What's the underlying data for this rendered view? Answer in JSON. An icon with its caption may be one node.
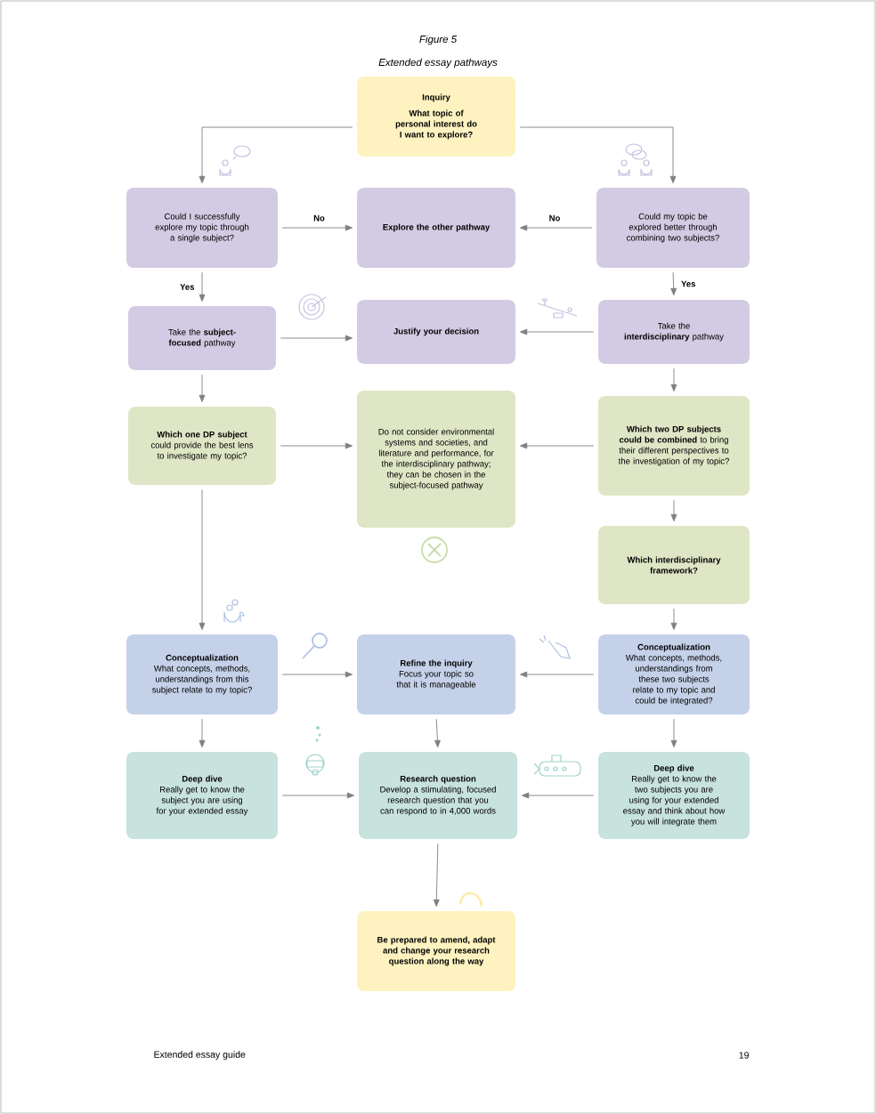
{
  "diagram": {
    "title": "Figure 5",
    "caption": "Extended essay pathways",
    "nodes": [
      {
        "text": [
          "Inquiry",
          "What topic of personal interest do I want to explore?"
        ]
      },
      {
        "text": [
          "Could I successfully explore my topic through a single subject?"
        ]
      },
      {
        "text": [
          "Explore the other pathway"
        ]
      },
      {
        "text": [
          "Could my topic be explored better through combining two subjects?"
        ]
      },
      {
        "text": [
          "Take the **subject-focused** pathway"
        ]
      },
      {
        "text": [
          "Justify your decision"
        ]
      },
      {
        "text": [
          "Take the **interdisciplinary** pathway"
        ]
      },
      {
        "text": [
          "**Which one DP subject** could provide the best lens to investigate my topic?"
        ]
      },
      {
        "text": [
          "Do not consider environmental systems and societies, and literature and performance, for the interdisciplinary pathway; they can be chosen in the subject-focused pathway"
        ]
      },
      {
        "text": [
          "**Which two DP subjects could be combined** to bring their different perspectives to the investigation of my topic?"
        ]
      },
      {
        "text": [
          "Which interdisciplinary framework?"
        ]
      },
      {
        "text": [
          "Conceptualization",
          "What concepts, methods, understandings from this subject relate to my topic?"
        ]
      },
      {
        "text": [
          "Refine the inquiry",
          "Focus your topic so that it is manageable"
        ]
      },
      {
        "text": [
          "Conceptualization",
          "What concepts, methods, understandings from these two subjects relate to my topic and could be integrated?"
        ]
      },
      {
        "text": [
          "Deep dive",
          "Really get to know the subject you are using for your extended essay"
        ]
      },
      {
        "text": [
          "Research question",
          "Develop a stimulating, focused research question that you can respond to in 4,000 words"
        ]
      },
      {
        "text": [
          "Deep dive",
          "Really get to know the two subjects you are using for your extended essay and think about how you will integrate them"
        ]
      },
      {
        "text": [
          "Be prepared to amend, adapt and change your research question along the way"
        ]
      }
    ],
    "edges": [
      {
        "from": 0,
        "to": 1,
        "arrow": "to"
      },
      {
        "from": 0,
        "to": 3,
        "arrow": "to"
      },
      {
        "from": 1,
        "to": 2,
        "arrow": "to",
        "label": "No"
      },
      {
        "from": 3,
        "to": 2,
        "arrow": "to",
        "label": "No"
      },
      {
        "from": 1,
        "to": 4,
        "arrow": "to",
        "label": "Yes"
      },
      {
        "from": 3,
        "to": 6,
        "arrow": "to",
        "label": "Yes"
      },
      {
        "from": 4,
        "to": 5,
        "arrow": "to"
      },
      {
        "from": 6,
        "to": 5,
        "arrow": "to"
      },
      {
        "from": 4,
        "to": 7,
        "arrow": "to"
      },
      {
        "from": 6,
        "to": 9,
        "arrow": "to"
      },
      {
        "from": 7,
        "to": 8,
        "arrow": "to"
      },
      {
        "from": 9,
        "to": 8,
        "arrow": "to"
      },
      {
        "from": 9,
        "to": 10,
        "arrow": "to"
      },
      {
        "from": 7,
        "to": 11,
        "arrow": "to"
      },
      {
        "from": 10,
        "to": 13,
        "arrow": "to"
      },
      {
        "from": 11,
        "to": 12,
        "arrow": "to"
      },
      {
        "from": 13,
        "to": 12,
        "arrow": "to"
      },
      {
        "from": 11,
        "to": 14,
        "arrow": "to"
      },
      {
        "from": 13,
        "to": 16,
        "arrow": "to"
      },
      {
        "from": 12,
        "to": 15,
        "arrow": "to"
      },
      {
        "from": 14,
        "to": 15,
        "arrow": "to"
      },
      {
        "from": 16,
        "to": 15,
        "arrow": "to"
      },
      {
        "from": 15,
        "to": 17,
        "arrow": "to"
      }
    ],
    "labels": [
      "Extended essay guide",
      "19"
    ]
  }
}
